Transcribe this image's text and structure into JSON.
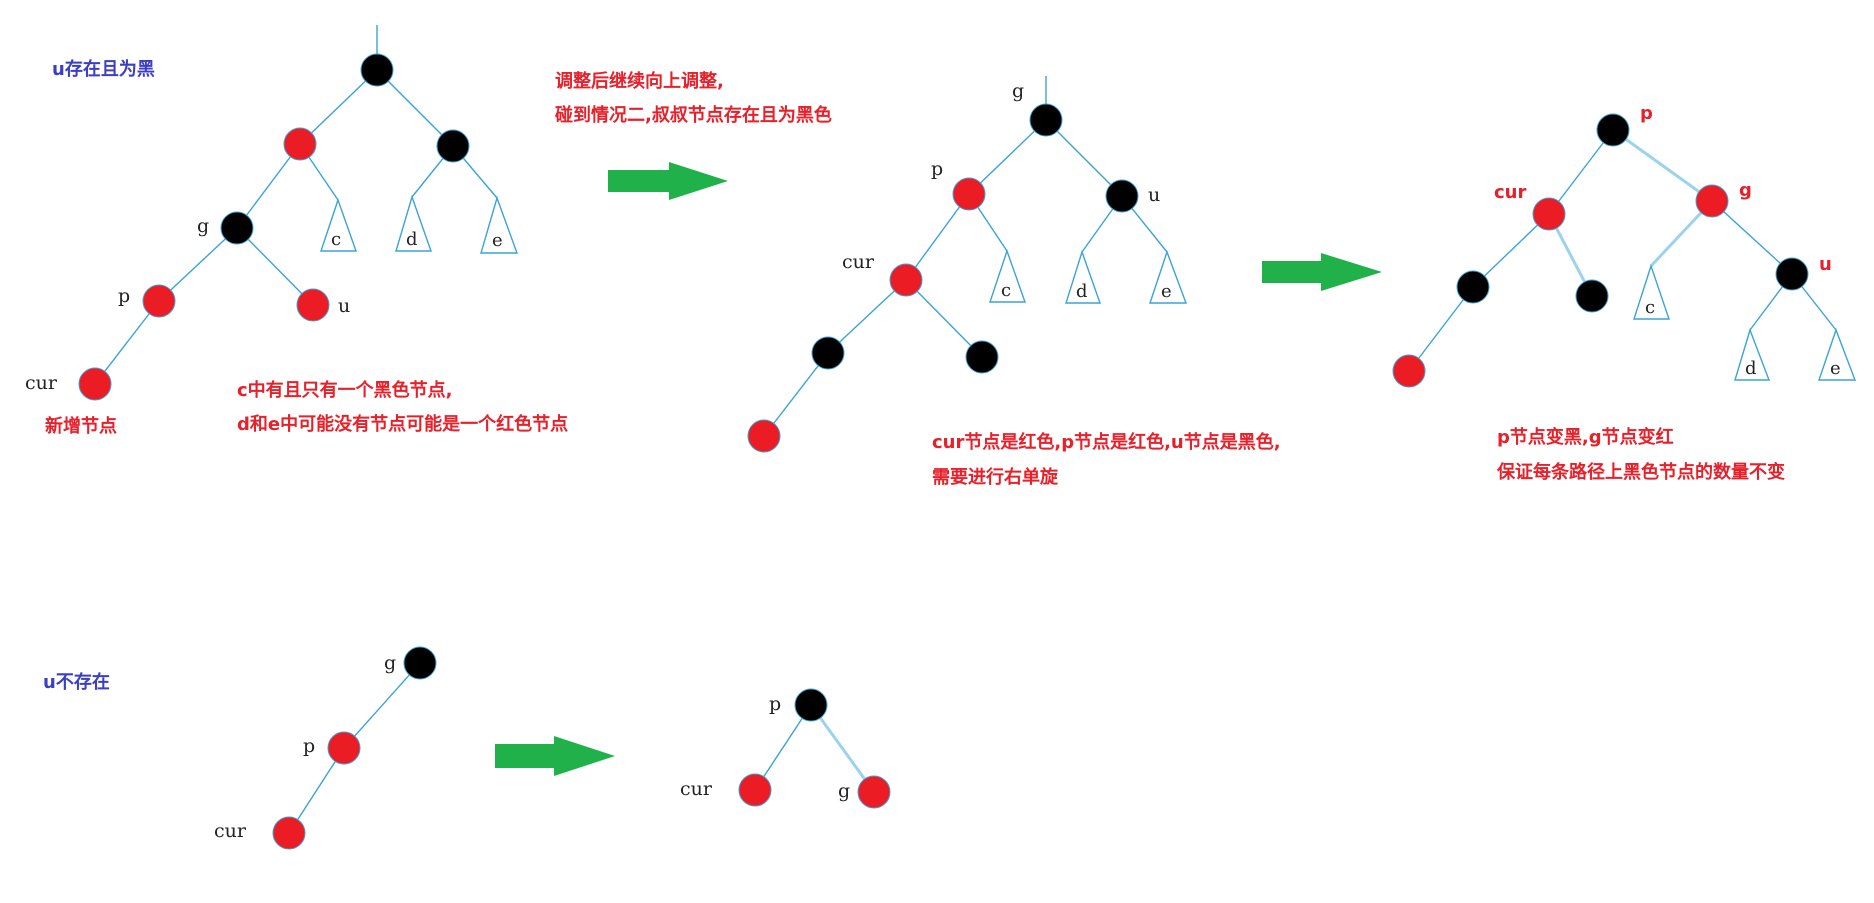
{
  "colors": {
    "red_node": "#ec1c24",
    "black_node": "#000000",
    "edge": "#3aa3d8",
    "arrow": "#21b14a",
    "note_text": "#e8202a",
    "case_text": "#3b3fc4"
  },
  "labels": {
    "cur": "cur",
    "p": "p",
    "g": "g",
    "u": "u",
    "c": "c",
    "d": "d",
    "e": "e"
  },
  "case1": {
    "title": "u存在且为黑",
    "new_node": "新增节点",
    "note_line1": "c中有且只有一个黑色节点,",
    "note_line2": "d和e中可能没有节点可能是一个红色节点"
  },
  "step2": {
    "note_line1": "调整后继续向上调整,",
    "note_line2": "碰到情况二,叔叔节点存在且为黑色",
    "note_line3": "cur节点是红色,p节点是红色,u节点是黑色,",
    "note_line4": "需要进行右单旋"
  },
  "step3": {
    "note_line1": "p节点变黑,g节点变红",
    "note_line2": "保证每条路径上黑色节点的数量不变"
  },
  "case2": {
    "title": "u不存在"
  }
}
